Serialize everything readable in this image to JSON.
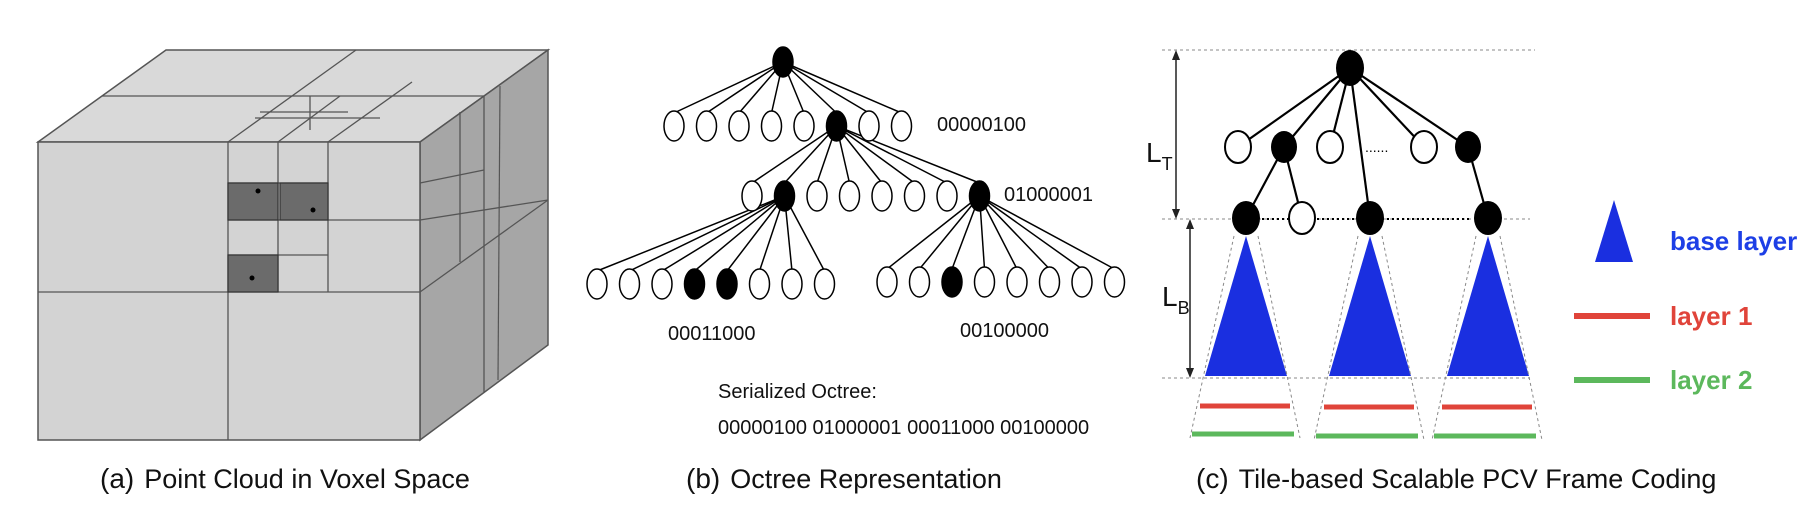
{
  "panels": {
    "a": {
      "caption_letter": "(a)",
      "caption_text": "Point Cloud in Voxel Space"
    },
    "b": {
      "caption_letter": "(b)",
      "caption_text": "Octree Representation",
      "codes": {
        "root": "00000100",
        "level1": "01000001",
        "left_leaf": "00011000",
        "right_leaf": "00100000"
      },
      "serialized_title": "Serialized Octree:",
      "serialized_value": "00000100 01000001 00011000 00100000"
    },
    "c": {
      "caption_letter": "(c)",
      "caption_text": "Tile-based Scalable PCV Frame Coding",
      "lt_main": "L",
      "lt_sub": "T",
      "lb_main": "L",
      "lb_sub": "B",
      "ellipsis": "......",
      "legend": [
        {
          "label": "base layer",
          "color": "#1a2fe0",
          "text_color": "#1d3fe6"
        },
        {
          "label": "layer 1",
          "color": "#e0443a",
          "text_color": "#e0443a"
        },
        {
          "label": "layer 2",
          "color": "#5cb85c",
          "text_color": "#5cb85c"
        }
      ]
    }
  }
}
